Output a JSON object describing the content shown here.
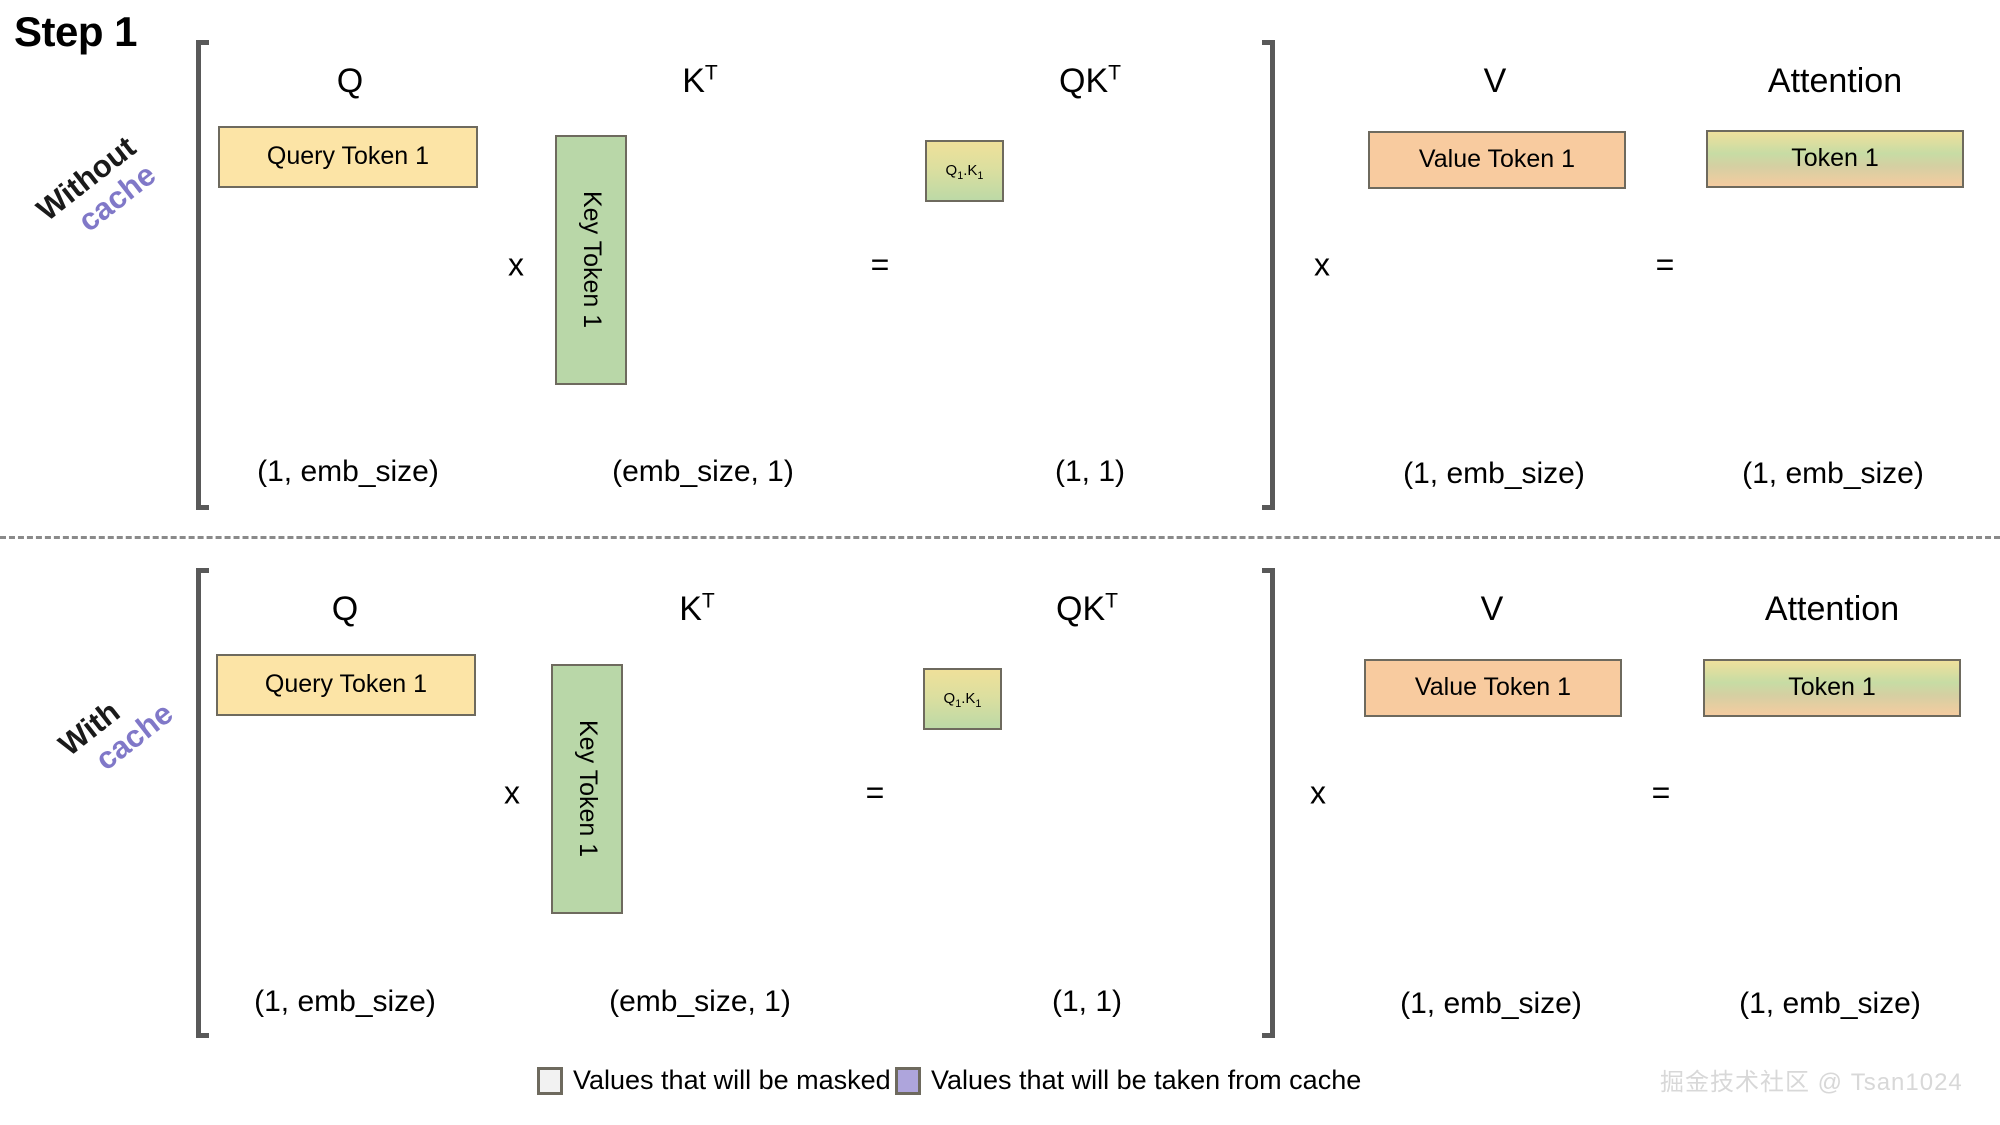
{
  "title": "Step 1",
  "rows": [
    {
      "label_line1": "Without",
      "label_line2": "cache",
      "columns": {
        "q_head": "Q",
        "k_head": "K",
        "k_head_sup": "T",
        "qk_head": "QK",
        "qk_head_sup": "T",
        "v_head": "V",
        "attention_head": "Attention"
      },
      "boxes": {
        "query": "Query Token 1",
        "key": "Key Token 1",
        "qk": "Q",
        "qk_sub1": "1",
        "qk_mid": ".K",
        "qk_sub2": "1",
        "value": "Value Token 1",
        "attention": "Token 1"
      },
      "operators": {
        "mul1": "x",
        "eq1": "=",
        "mul2": "x",
        "eq2": "="
      },
      "dims": {
        "q": "(1, emb_size)",
        "k": "(emb_size, 1)",
        "qk": "(1, 1)",
        "v": "(1, emb_size)",
        "attention": "(1, emb_size)"
      }
    },
    {
      "label_line1": "With",
      "label_line2": "cache",
      "columns": {
        "q_head": "Q",
        "k_head": "K",
        "k_head_sup": "T",
        "qk_head": "QK",
        "qk_head_sup": "T",
        "v_head": "V",
        "attention_head": "Attention"
      },
      "boxes": {
        "query": "Query Token 1",
        "key": "Key Token 1",
        "qk": "Q",
        "qk_sub1": "1",
        "qk_mid": ".K",
        "qk_sub2": "1",
        "value": "Value Token 1",
        "attention": "Token 1"
      },
      "operators": {
        "mul1": "x",
        "eq1": "=",
        "mul2": "x",
        "eq2": "="
      },
      "dims": {
        "q": "(1, emb_size)",
        "k": "(emb_size, 1)",
        "qk": "(1, 1)",
        "v": "(1, emb_size)",
        "attention": "(1, emb_size)"
      }
    }
  ],
  "legend": [
    {
      "swatch": "masked-swatch",
      "label": "Values that will be masked"
    },
    {
      "swatch": "cache-swatch",
      "label": "Values that will be taken from cache"
    }
  ],
  "watermark": "掘金技术社区 @ Tsan1024",
  "colors": {
    "query_box": "#FCE4A6",
    "key_box": "#B9D7A8",
    "value_box": "#F8CB9F",
    "box_border": "#6E6A5E",
    "bracket": "#595959",
    "cache_accent": "#8078C8",
    "masked_swatch": "#F2F2F2",
    "cache_swatch": "#AEA5DC"
  }
}
